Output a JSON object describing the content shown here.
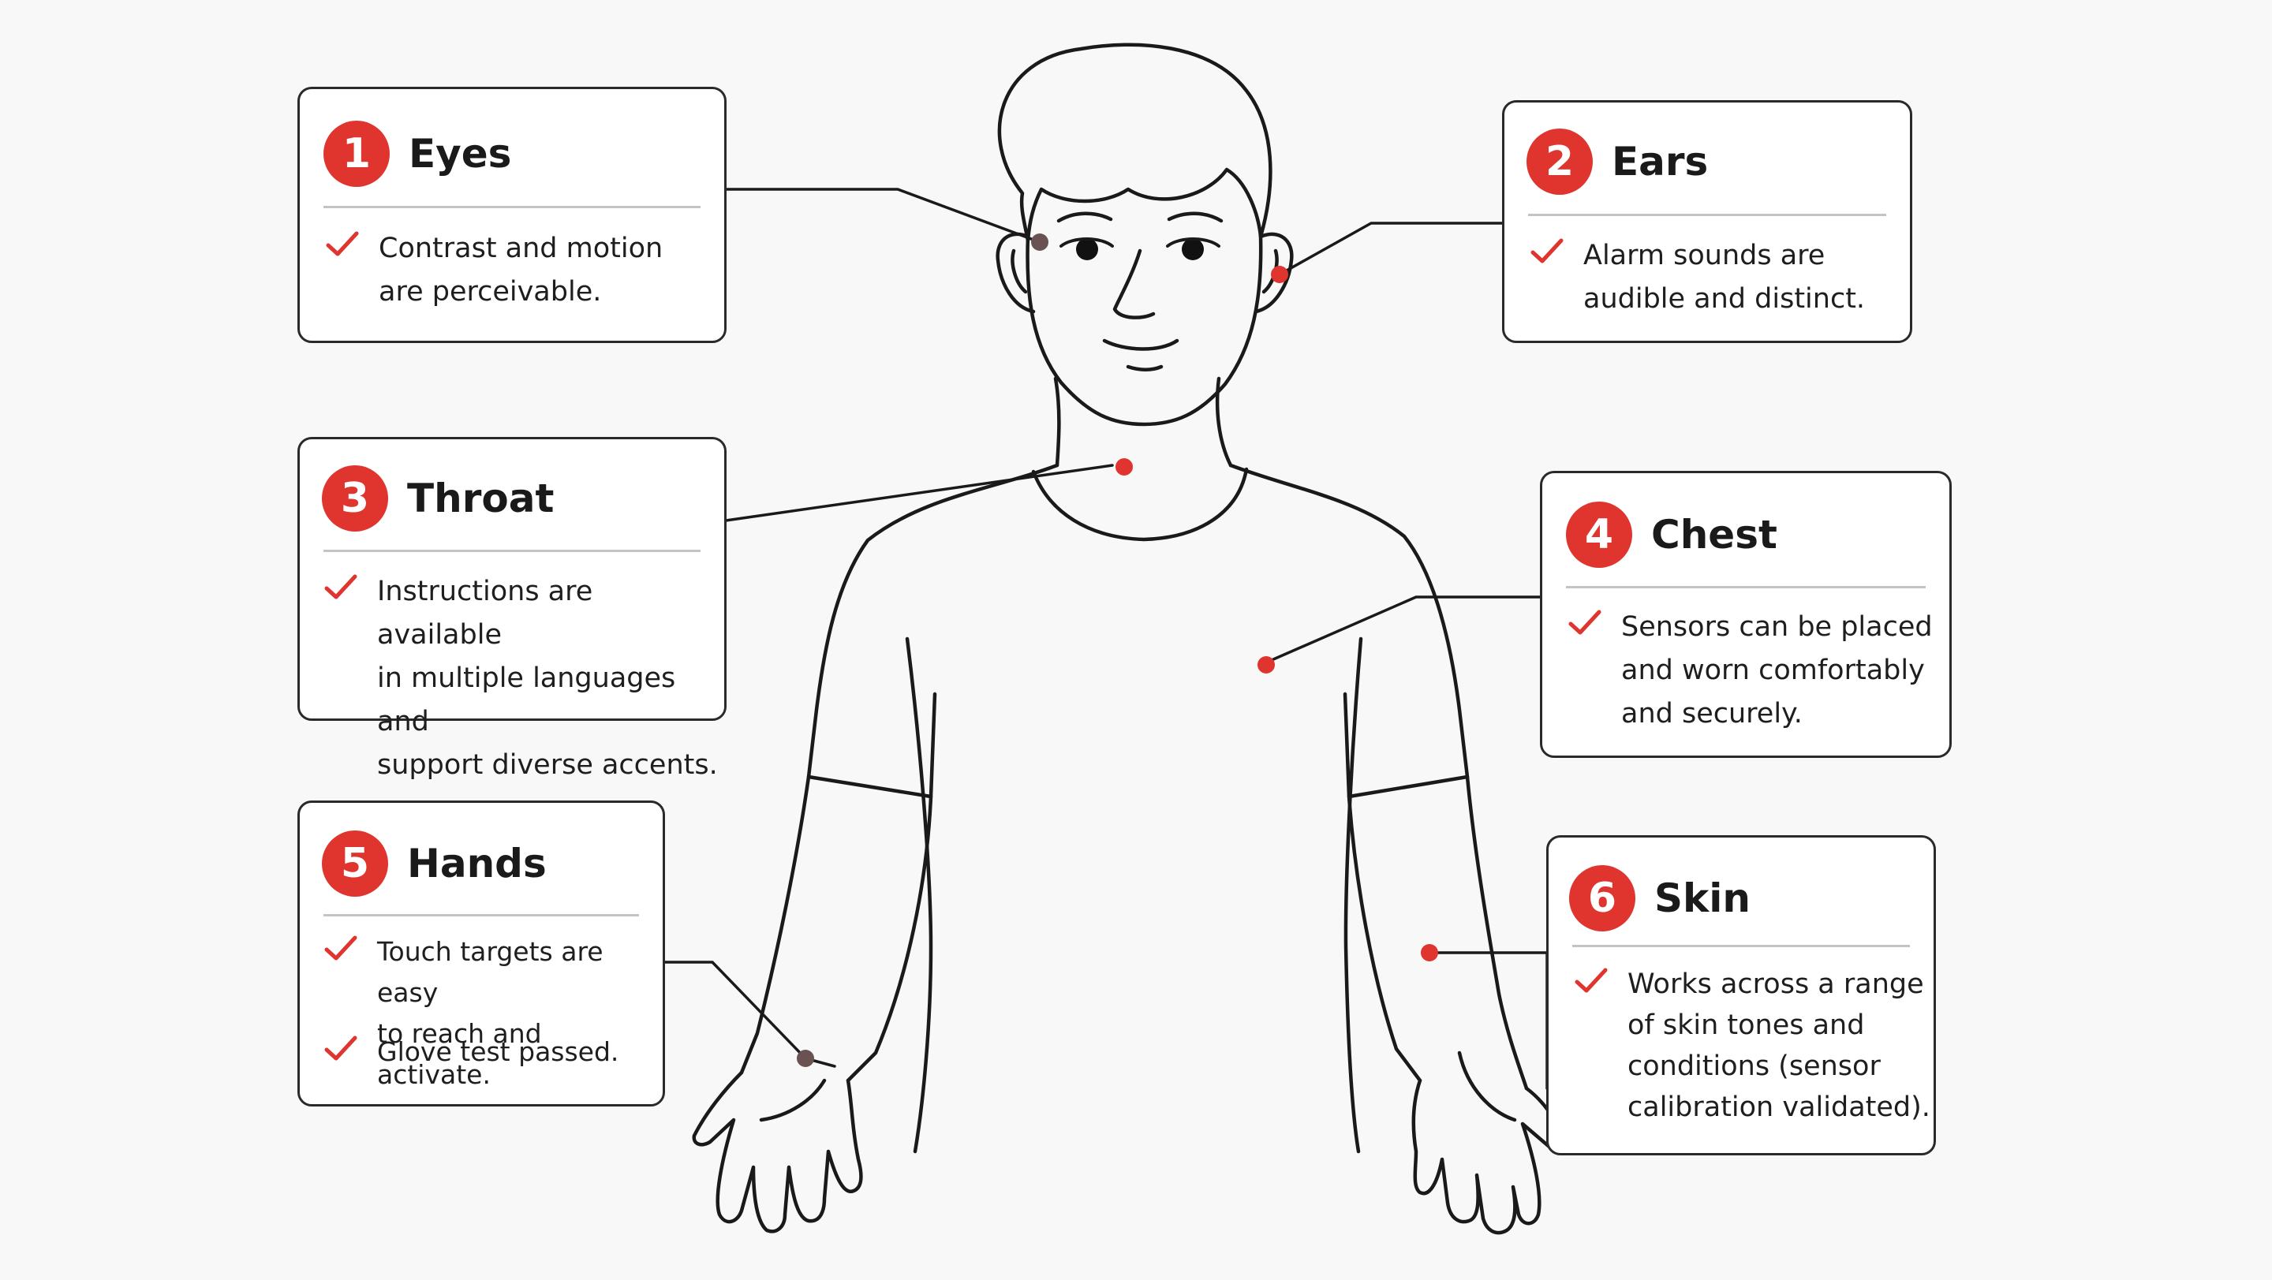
{
  "colors": {
    "accent": "#e0342f",
    "line": "#1a1a1a",
    "card_border": "#2a2a2a",
    "background": "#f8f8f8"
  },
  "cards": [
    {
      "number": "1",
      "title": "Eyes",
      "items": [
        "Contrast and motion\nare perceivable."
      ]
    },
    {
      "number": "2",
      "title": "Ears",
      "items": [
        "Alarm sounds are\naudible and distinct."
      ]
    },
    {
      "number": "3",
      "title": "Throat",
      "items": [
        "Instructions are available\nin multiple languages and\nsupport diverse accents."
      ]
    },
    {
      "number": "4",
      "title": "Chest",
      "items": [
        "Sensors can be placed\nand worn comfortably\nand securely."
      ]
    },
    {
      "number": "5",
      "title": "Hands",
      "items": [
        "Touch targets are easy\nto reach and activate.",
        "Glove test passed."
      ]
    },
    {
      "number": "6",
      "title": "Skin",
      "items": [
        "Works across a range\nof skin tones and\nconditions (sensor\ncalibration validated)."
      ]
    }
  ]
}
